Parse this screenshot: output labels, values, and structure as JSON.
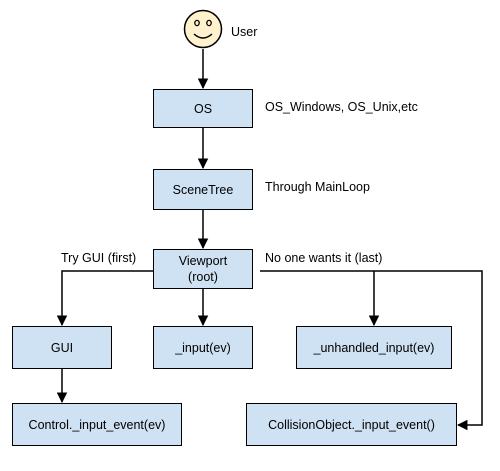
{
  "diagram": {
    "user_label": "User",
    "nodes": {
      "os": "OS",
      "scenetree": "SceneTree",
      "viewport": "Viewport\n(root)",
      "gui": "GUI",
      "input": "_input(ev)",
      "unhandled_input": "_unhandled_input(ev)",
      "control_input_event": "Control._input_event(ev)",
      "collision_input_event": "CollisionObject._input_event()"
    },
    "annotations": {
      "os_note": "OS_Windows, OS_Unix,etc",
      "scenetree_note": "Through MainLoop",
      "gui_branch": "Try GUI (first)",
      "unhandled_branch": "No one wants it (last)"
    },
    "colors": {
      "box_fill": "#cfe2f3",
      "face_fill": "#fff2cc",
      "line": "#000000"
    },
    "icons": {
      "user": "smiley-face-icon"
    }
  }
}
